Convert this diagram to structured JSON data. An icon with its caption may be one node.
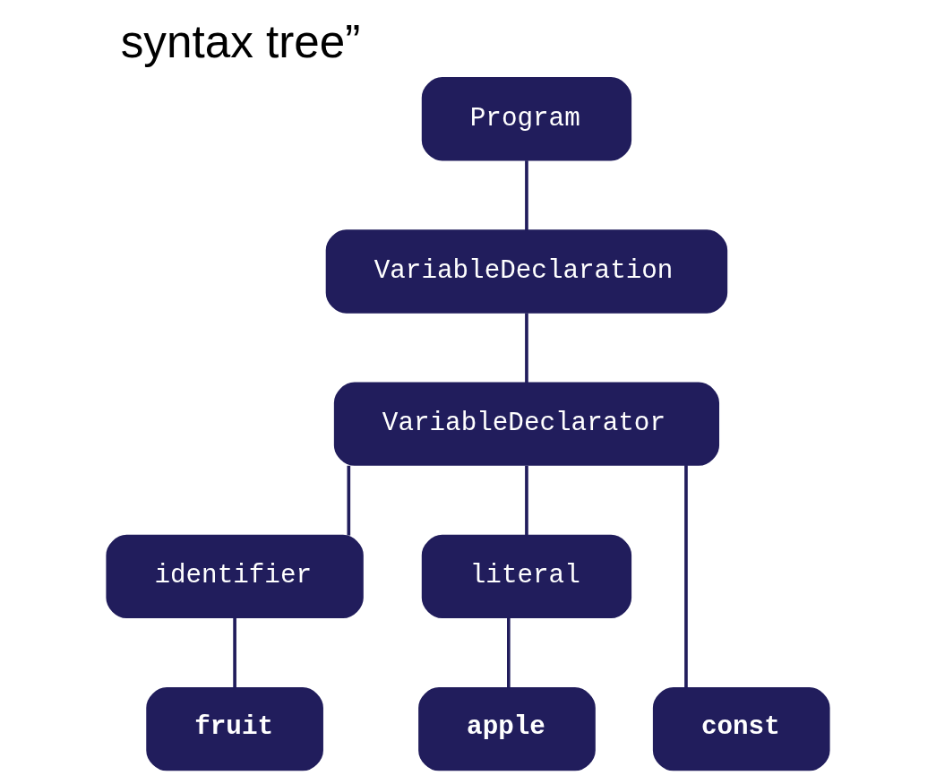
{
  "diagram": {
    "title": "syntax tree”",
    "nodes": [
      {
        "text": [
          "Program"
        ]
      },
      {
        "text": [
          "VariableDeclaration"
        ]
      },
      {
        "text": [
          "VariableDeclarator"
        ]
      },
      {
        "text": [
          "identifier"
        ]
      },
      {
        "text": [
          "literal"
        ]
      },
      {
        "text": [
          "const"
        ]
      },
      {
        "text": [
          "fruit"
        ]
      },
      {
        "text": [
          "apple"
        ]
      }
    ],
    "edges": [
      {
        "from": 0,
        "to": 1,
        "arrow": "none"
      },
      {
        "from": 1,
        "to": 2,
        "arrow": "none"
      },
      {
        "from": 2,
        "to": 5,
        "arrow": "none"
      },
      {
        "from": 2,
        "to": 3,
        "arrow": "none"
      },
      {
        "from": 2,
        "to": 4,
        "arrow": "none"
      },
      {
        "from": 3,
        "to": 6,
        "arrow": "none"
      },
      {
        "from": 4,
        "to": 7,
        "arrow": "none"
      }
    ]
  }
}
